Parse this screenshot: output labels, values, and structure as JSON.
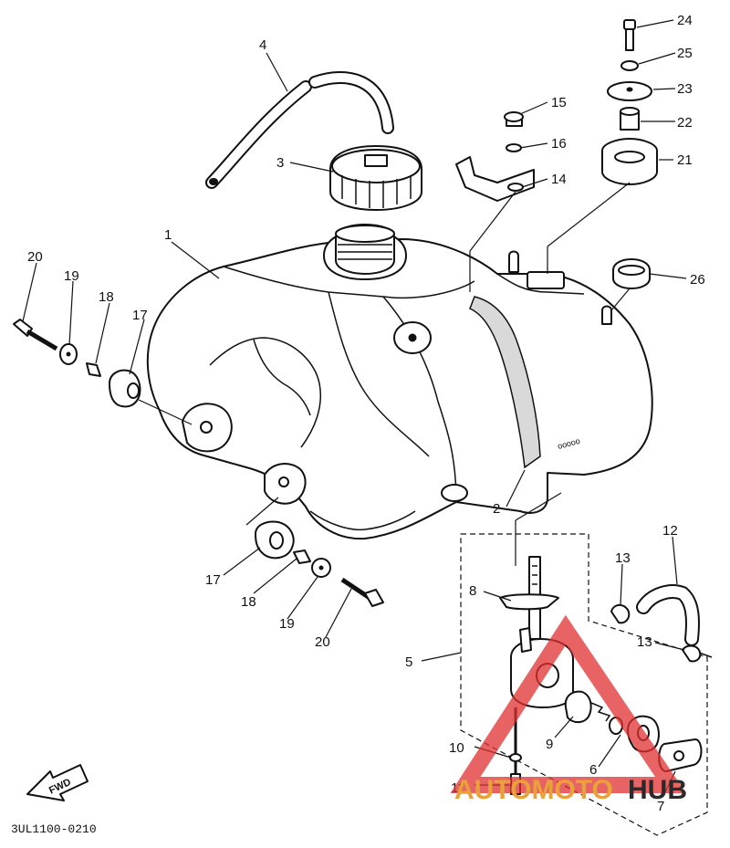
{
  "diagram": {
    "part_code": "3UL1100-0210",
    "direction_label": "FWD",
    "watermark": {
      "text_a": "AUTOMOTO",
      "text_b": "HUB",
      "color_a": "#e8a23a",
      "color_b": "#2a2a2a",
      "triangle_color": "#e03030"
    },
    "callouts": [
      {
        "id": "1",
        "label": "1"
      },
      {
        "id": "2",
        "label": "2"
      },
      {
        "id": "3",
        "label": "3"
      },
      {
        "id": "4",
        "label": "4"
      },
      {
        "id": "5",
        "label": "5"
      },
      {
        "id": "6",
        "label": "6"
      },
      {
        "id": "7",
        "label": "7"
      },
      {
        "id": "8",
        "label": "8"
      },
      {
        "id": "9",
        "label": "9"
      },
      {
        "id": "10",
        "label": "10"
      },
      {
        "id": "11",
        "label": "11"
      },
      {
        "id": "12",
        "label": "12"
      },
      {
        "id": "13a",
        "label": "13"
      },
      {
        "id": "13b",
        "label": "13"
      },
      {
        "id": "14",
        "label": "14"
      },
      {
        "id": "15",
        "label": "15"
      },
      {
        "id": "16",
        "label": "16"
      },
      {
        "id": "17a",
        "label": "17"
      },
      {
        "id": "17b",
        "label": "17"
      },
      {
        "id": "18a",
        "label": "18"
      },
      {
        "id": "18b",
        "label": "18"
      },
      {
        "id": "19a",
        "label": "19"
      },
      {
        "id": "19b",
        "label": "19"
      },
      {
        "id": "20a",
        "label": "20"
      },
      {
        "id": "20b",
        "label": "20"
      },
      {
        "id": "21",
        "label": "21"
      },
      {
        "id": "22",
        "label": "22"
      },
      {
        "id": "23",
        "label": "23"
      },
      {
        "id": "24",
        "label": "24"
      },
      {
        "id": "25",
        "label": "25"
      },
      {
        "id": "26",
        "label": "26"
      }
    ]
  }
}
